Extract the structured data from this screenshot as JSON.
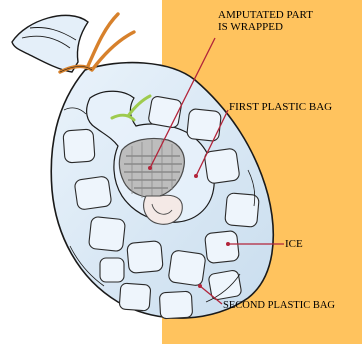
{
  "colors": {
    "background_right": "#FFC35E",
    "background_left": "#FFFFFF",
    "pointer_line": "#B2243A",
    "bag_outline": "#1A1A1A",
    "bag_fill": "#DDEBF7",
    "ice_fill": "#EEF5FC",
    "tie_orange": "#D7812C",
    "tie_green": "#9ECB4E",
    "gauze": "#8C8C8C"
  },
  "labels": {
    "amputated_part": "AMPUTATED PART\nIS WRAPPED",
    "first_bag": "FIRST PLASTIC BAG",
    "ice": "ICE",
    "second_bag": "SECOND PLASTIC BAG"
  }
}
